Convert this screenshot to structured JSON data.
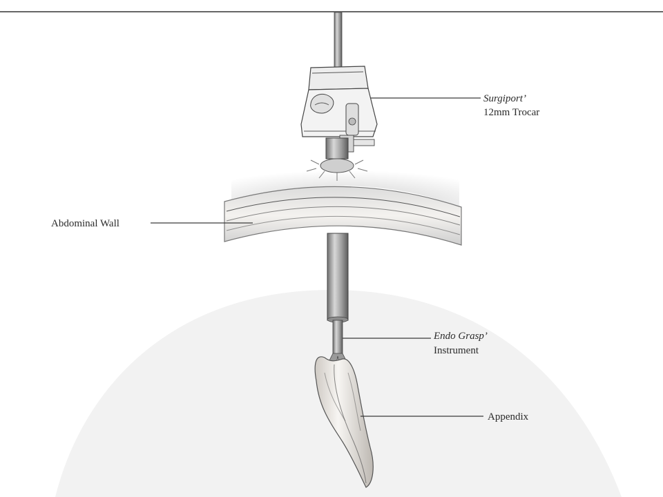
{
  "labels": {
    "trocar": {
      "brand": "Surgiport’",
      "desc": "12mm Trocar"
    },
    "wall": {
      "text": "Abdominal Wall"
    },
    "grasp": {
      "brand": "Endo Grasp’",
      "desc": "Instrument"
    },
    "appendix": {
      "text": "Appendix"
    }
  },
  "colors": {
    "ink": "#3a3a3a",
    "shadow": "#cfcfcf",
    "tissue": "#e9e6e2",
    "metal": "#9a9a9a"
  }
}
